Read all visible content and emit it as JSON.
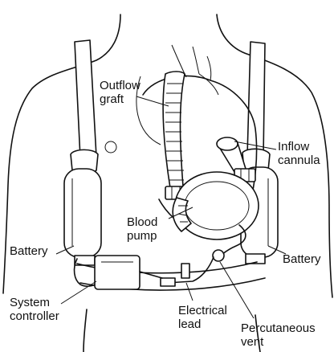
{
  "diagram": {
    "labels": {
      "outflow_graft_line1": "Outflow",
      "outflow_graft_line2": "graft",
      "inflow_cannula_line1": "Inflow",
      "inflow_cannula_line2": "cannula",
      "blood_pump_line1": "Blood",
      "blood_pump_line2": "pump",
      "battery_left": "Battery",
      "battery_right": "Battery",
      "system_controller_line1": "System",
      "system_controller_line2": "controller",
      "electrical_lead_line1": "Electrical",
      "electrical_lead_line2": "lead",
      "percutaneous_vent_line1": "Percutaneous",
      "percutaneous_vent_line2": "vent"
    }
  }
}
